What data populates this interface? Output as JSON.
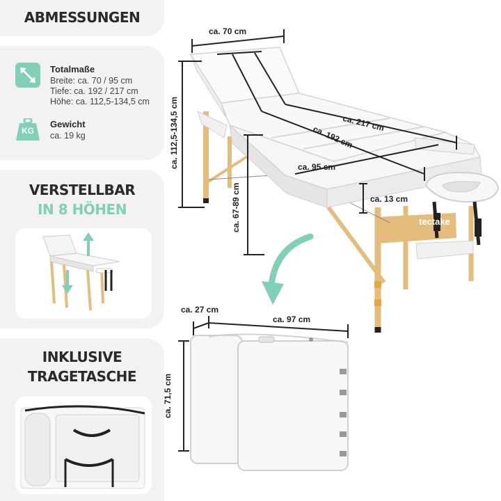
{
  "sections": {
    "dimensions_heading": "ABMESSUNGEN",
    "total_title": "Totalmaße",
    "total_lines": [
      "Breite: ca. 70 / 95 cm",
      "Tiefe: ca. 192 / 217 cm",
      "Höhe: ca. 112,5-134,5 cm"
    ],
    "weight_title": "Gewicht",
    "weight_value": "ca. 19 kg",
    "kg_label": "KG",
    "adjust_line1": "VERSTELLBAR",
    "adjust_line2": "IN 8 HÖHEN",
    "bag_line1": "INKLUSIVE",
    "bag_line2": "TRAGETASCHE"
  },
  "measurements": {
    "top_width": "ca. 70 cm",
    "height_range": "ca. 112,5-134,5 cm",
    "length_long": "ca. 217 cm",
    "length_short": "ca. 192 cm",
    "width_wide": "ca. 95 cm",
    "thickness": "ca. 13 cm",
    "leg_height": "ca. 67-89 cm",
    "case_depth": "ca. 27 cm",
    "case_width": "ca. 97 cm",
    "case_height": "ca. 71,5 cm"
  },
  "brand": "tectake",
  "colors": {
    "accent": "#7fcfb9",
    "panel": "#f2f2f2",
    "wood": "#e4bd7c"
  },
  "icons": [
    "diagonal-resize-icon",
    "weight-kg-icon",
    "curved-arrow-icon"
  ]
}
